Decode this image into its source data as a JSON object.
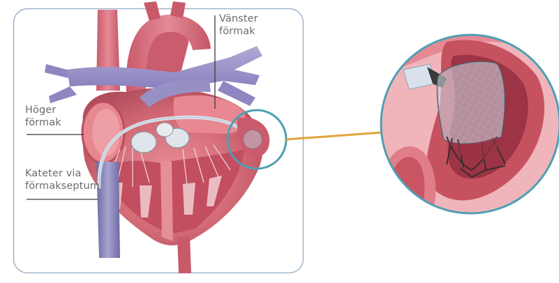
{
  "labels": {
    "left_atrium": [
      "Vänster",
      "förmak"
    ],
    "right_atrium": [
      "Höger",
      "förmak"
    ],
    "catheter": [
      "Kateter via",
      "förmakseptum"
    ]
  },
  "colors": {
    "panel_border": "#9fb4c9",
    "callout_ring": "#4e9fb3",
    "connector": "#e0a43a",
    "leader_line": "#3a3a3a",
    "label_text": "#6b6b74",
    "muscle": "#cf6b75",
    "muscle_dark": "#9a3a48",
    "vein_blue": "#8b86b8",
    "catheter": "#d9e2ec",
    "occluder_mesh": "#aebfcc"
  }
}
